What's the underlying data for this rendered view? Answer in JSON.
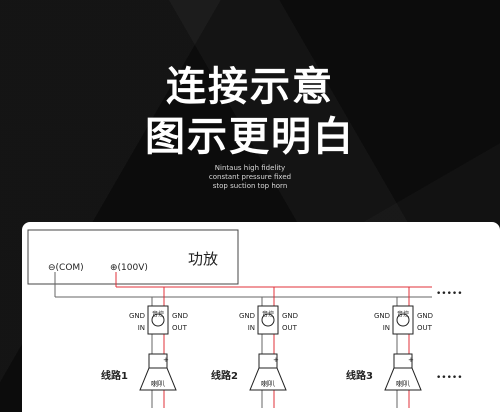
{
  "headline": {
    "line1": "连接示意",
    "line2": "图示更明白"
  },
  "subtitle": {
    "line1": "Nintaus high fidelity",
    "line2": "constant pressure fixed",
    "line3": "stop suction top horn"
  },
  "amplifier": {
    "label": "功放",
    "com_label": "⊖(COM)",
    "v100_label": "⊕(100V)"
  },
  "modules": [
    {
      "gnd_in": "GND",
      "gnd_out": "GND",
      "in": "IN",
      "out": "OUT",
      "knob": "音控",
      "line": "线路1",
      "speaker": "喇叭"
    },
    {
      "gnd_in": "GND",
      "gnd_out": "GND",
      "in": "IN",
      "out": "OUT",
      "knob": "音控",
      "line": "线路2",
      "speaker": "喇叭"
    },
    {
      "gnd_in": "GND",
      "gnd_out": "GND",
      "in": "IN",
      "out": "OUT",
      "knob": "音控",
      "line": "线路3",
      "speaker": "喇叭"
    }
  ],
  "continuation": "•••••",
  "colors": {
    "red": "#e0303a",
    "gray": "#666666",
    "dark": "#222222"
  }
}
